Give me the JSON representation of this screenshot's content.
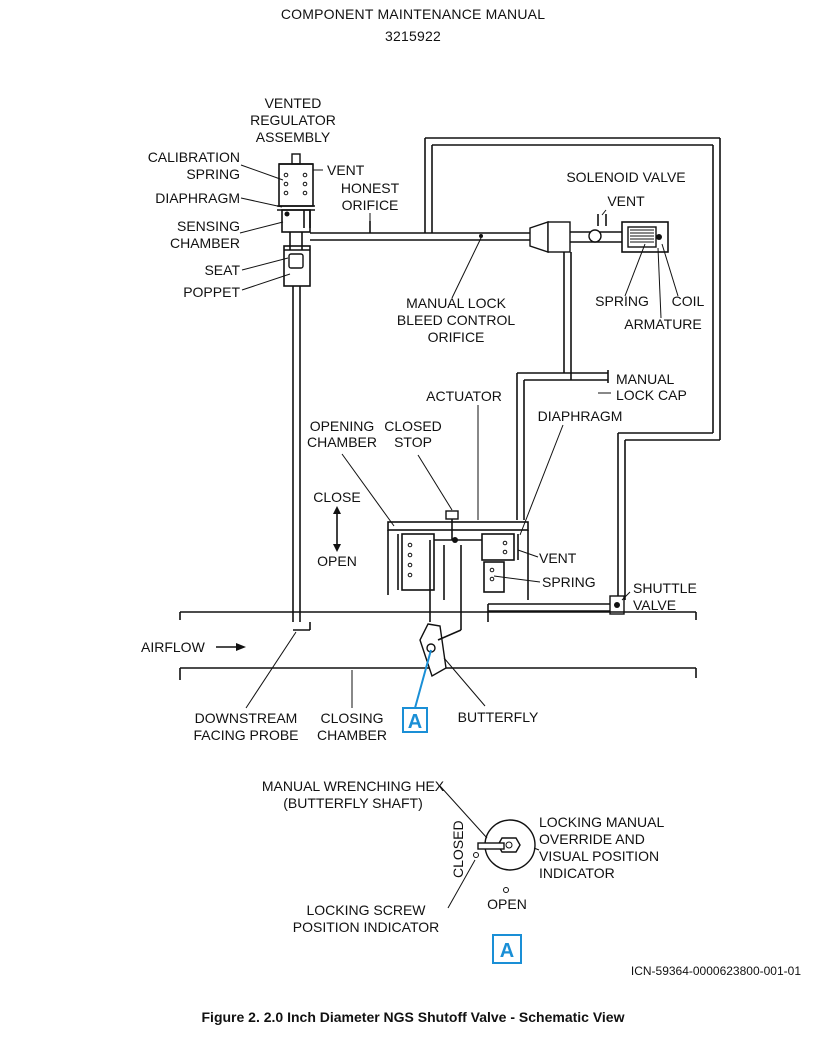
{
  "header": {
    "title": "COMPONENT MAINTENANCE MANUAL",
    "number": "3215922"
  },
  "labels": {
    "vented_regulator": [
      "VENTED",
      "REGULATOR",
      "ASSEMBLY"
    ],
    "calibration_spring": [
      "CALIBRATION",
      "SPRING"
    ],
    "diaphragm_reg": "DIAPHRAGM",
    "sensing_chamber": [
      "SENSING",
      "CHAMBER"
    ],
    "seat": "SEAT",
    "poppet": "POPPET",
    "vent_reg": "VENT",
    "honest_orifice": [
      "HONEST",
      "ORIFICE"
    ],
    "solenoid_valve": "SOLENOID VALVE",
    "vent_solenoid": "VENT",
    "spring_solenoid": "SPRING",
    "coil": "COIL",
    "armature": "ARMATURE",
    "manual_lock_bleed": [
      "MANUAL LOCK",
      "BLEED CONTROL",
      "ORIFICE"
    ],
    "manual_lock_cap": [
      "MANUAL",
      "LOCK CAP"
    ],
    "actuator": "ACTUATOR",
    "diaphragm_act": "DIAPHRAGM",
    "opening_chamber": [
      "OPENING",
      "CHAMBER"
    ],
    "closed_stop": [
      "CLOSED",
      "STOP"
    ],
    "close": "CLOSE",
    "open": "OPEN",
    "vent_act": "VENT",
    "spring_act": "SPRING",
    "shuttle_valve": [
      "SHUTTLE",
      "VALVE"
    ],
    "airflow": "AIRFLOW",
    "downstream_probe": [
      "DOWNSTREAM",
      "FACING PROBE"
    ],
    "closing_chamber": [
      "CLOSING",
      "CHAMBER"
    ],
    "butterfly": "BUTTERFLY",
    "detail_marker": "A",
    "manual_wrenching_hex": [
      "MANUAL WRENCHING HEX",
      "(BUTTERFLY SHAFT)"
    ],
    "locking_manual_override": [
      "LOCKING MANUAL",
      "OVERRIDE AND",
      "VISUAL POSITION",
      "INDICATOR"
    ],
    "closed_detail": "CLOSED",
    "open_detail": "OPEN",
    "locking_screw": [
      "LOCKING SCREW",
      "POSITION INDICATOR"
    ],
    "detail_title_marker": "A"
  },
  "icn_code": "ICN-59364-0000623800-001-01",
  "caption": "Figure 2. 2.0 Inch Diameter NGS Shutoff Valve - Schematic View",
  "colors": {
    "line": "#111111",
    "callout_blue": "#1a8fd6"
  }
}
